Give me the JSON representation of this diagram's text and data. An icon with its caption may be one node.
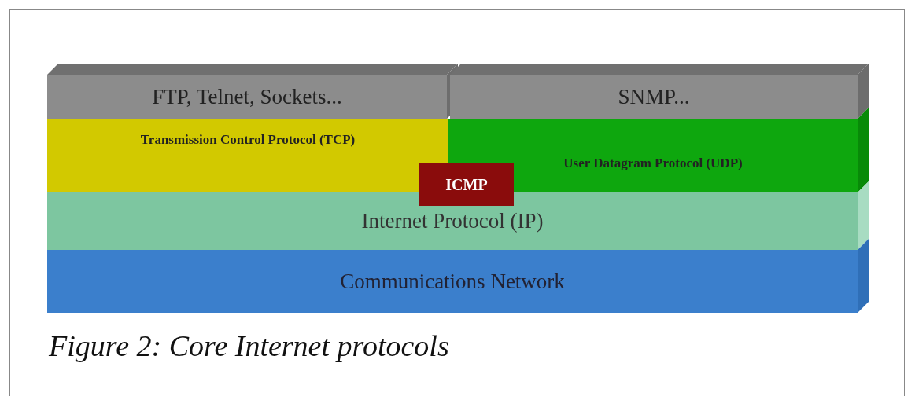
{
  "diagram": {
    "caption": "Figure 2: Core Internet protocols",
    "nodes": [
      {
        "text": [
          "FTP, Telnet, Sockets..."
        ]
      },
      {
        "text": [
          "SNMP..."
        ]
      },
      {
        "text": [
          "Transmission Control Protocol (TCP)"
        ]
      },
      {
        "text": [
          "User Datagram Protocol (UDP)"
        ]
      },
      {
        "text": [
          "ICMP"
        ]
      },
      {
        "text": [
          "Internet Protocol (IP)"
        ]
      },
      {
        "text": [
          "Communications Network"
        ]
      }
    ],
    "edges": []
  }
}
